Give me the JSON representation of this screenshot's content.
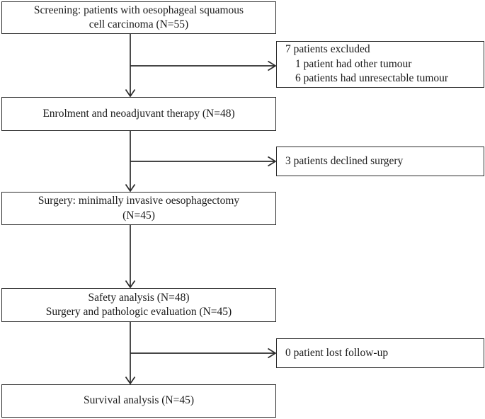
{
  "diagram": {
    "title": "CONSORT-style patient flow diagram",
    "type": "flowchart",
    "stroke_color": "#2b2b2b",
    "background_color": "#ffffff",
    "text_color": "#1a1a1a"
  },
  "nodes": {
    "screening": {
      "line1": "Screening: patients with oesophageal squamous",
      "line2": "cell carcinoma (N=55)"
    },
    "enrolment": {
      "line1": "Enrolment and neoadjuvant therapy (N=48)"
    },
    "surgery": {
      "line1": "Surgery: minimally invasive oesophagectomy",
      "line2": "(N=45)"
    },
    "analysis": {
      "line1": "Safety analysis (N=48)",
      "line2": "Surgery and pathologic evaluation (N=45)"
    },
    "survival": {
      "line1": "Survival analysis (N=45)"
    }
  },
  "exclusions": {
    "excluded": {
      "line1": "7 patients excluded",
      "line2": "1 patient had other tumour",
      "line3": "6 patients had unresectable tumour"
    },
    "declined": {
      "line1": "3 patients declined surgery"
    },
    "lost_followup": {
      "line1": "0 patient lost follow-up"
    }
  },
  "chart_data": {
    "type": "flowchart",
    "title": "Patient flow through screening, enrolment, surgery and analysis",
    "stages": [
      {
        "id": "screening",
        "label": "Screening: patients with oesophageal squamous cell carcinoma",
        "n": 55
      },
      {
        "id": "enrolment",
        "label": "Enrolment and neoadjuvant therapy",
        "n": 48
      },
      {
        "id": "surgery",
        "label": "Surgery: minimally invasive oesophagectomy",
        "n": 45
      },
      {
        "id": "analysis_safety",
        "label": "Safety analysis",
        "n": 48
      },
      {
        "id": "analysis_pathologic",
        "label": "Surgery and pathologic evaluation",
        "n": 45
      },
      {
        "id": "survival",
        "label": "Survival analysis",
        "n": 45
      }
    ],
    "exclusions": [
      {
        "after": "screening",
        "total": 7,
        "label": "7 patients excluded",
        "reasons": [
          {
            "label": "1 patient had other tumour",
            "n": 1
          },
          {
            "label": "6 patients had unresectable tumour",
            "n": 6
          }
        ]
      },
      {
        "after": "enrolment",
        "total": 3,
        "label": "3 patients declined surgery",
        "reasons": []
      },
      {
        "after": "analysis_pathologic",
        "total": 0,
        "label": "0 patient lost follow-up",
        "reasons": []
      }
    ]
  }
}
